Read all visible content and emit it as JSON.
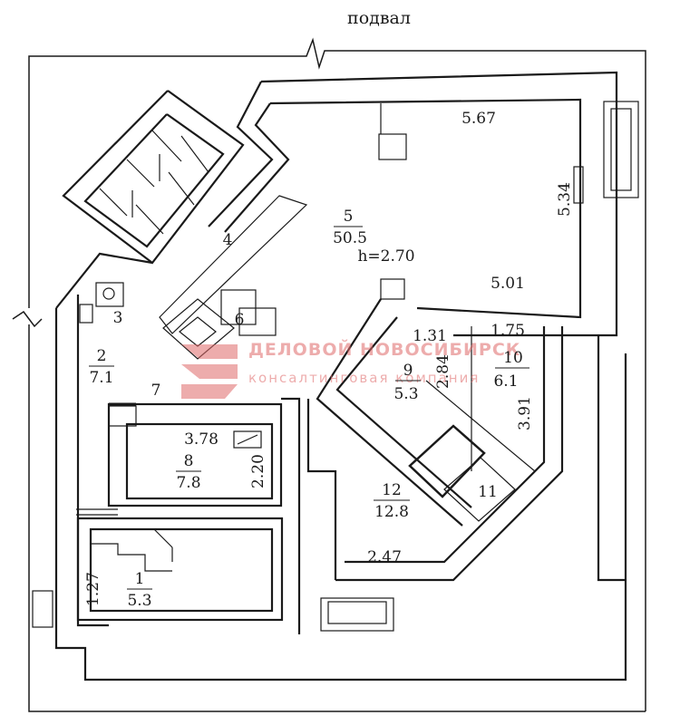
{
  "title": "подвал",
  "watermark": {
    "line1": "ДЕЛОВОЙ НОВОСИБИРСК",
    "line2": "консалтинговая компания",
    "color": "#e06a6a"
  },
  "rooms": [
    {
      "number": "1",
      "area": "5.3"
    },
    {
      "number": "2",
      "area": "7.1"
    },
    {
      "number": "3",
      "area": ""
    },
    {
      "number": "4",
      "area": ""
    },
    {
      "number": "5",
      "area": "50.5",
      "height": "h=2.70"
    },
    {
      "number": "6",
      "area": ""
    },
    {
      "number": "7",
      "area": ""
    },
    {
      "number": "8",
      "area": "7.8"
    },
    {
      "number": "9",
      "area": "5.3"
    },
    {
      "number": "10",
      "area": "6.1"
    },
    {
      "number": "11",
      "area": ""
    },
    {
      "number": "12",
      "area": "12.8"
    }
  ],
  "dimensions": {
    "d567": "5.67",
    "d534": "5.34",
    "d501": "5.01",
    "d131": "1.31",
    "d175": "1.75",
    "d284": "2.84",
    "d391": "3.91",
    "d378": "3.78",
    "d220": "2.20",
    "d247": "2.47",
    "d127": "1.27"
  }
}
